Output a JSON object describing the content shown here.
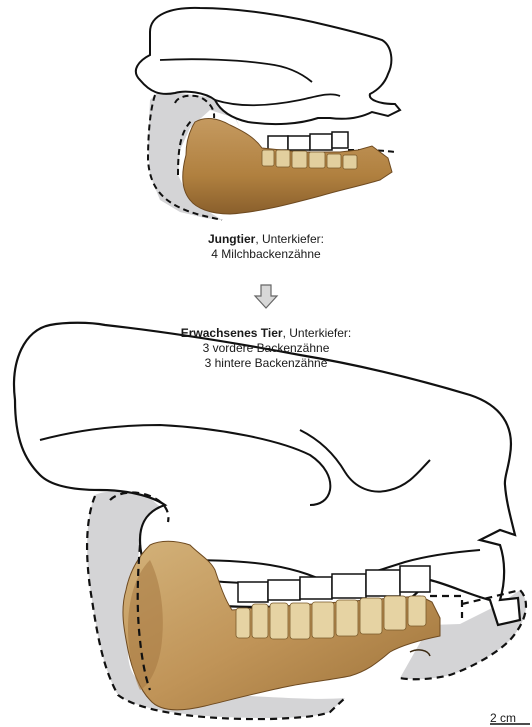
{
  "juvenile": {
    "label_bold": "Jungtier",
    "label_rest": ", Unterkiefer:",
    "teeth": "4 Milchbackenzähne"
  },
  "adult": {
    "label_bold": "Erwachsenes Tier",
    "label_rest": ", Unterkiefer:",
    "teeth_front": "3 vordere Backenzähne",
    "teeth_back": "3 hintere Backenzähne"
  },
  "scale_bar": {
    "label": "2 cm"
  },
  "colors": {
    "outline": "#111111",
    "shaded_reconstruction": "#d4d4d6",
    "bone": "#b8894e",
    "bone_dark": "#8a5f2c",
    "tooth": "#e6d3a3",
    "arrow_fill": "#d8d8d8",
    "arrow_stroke": "#666666"
  },
  "icons": {
    "arrow": "down-arrow-icon"
  }
}
